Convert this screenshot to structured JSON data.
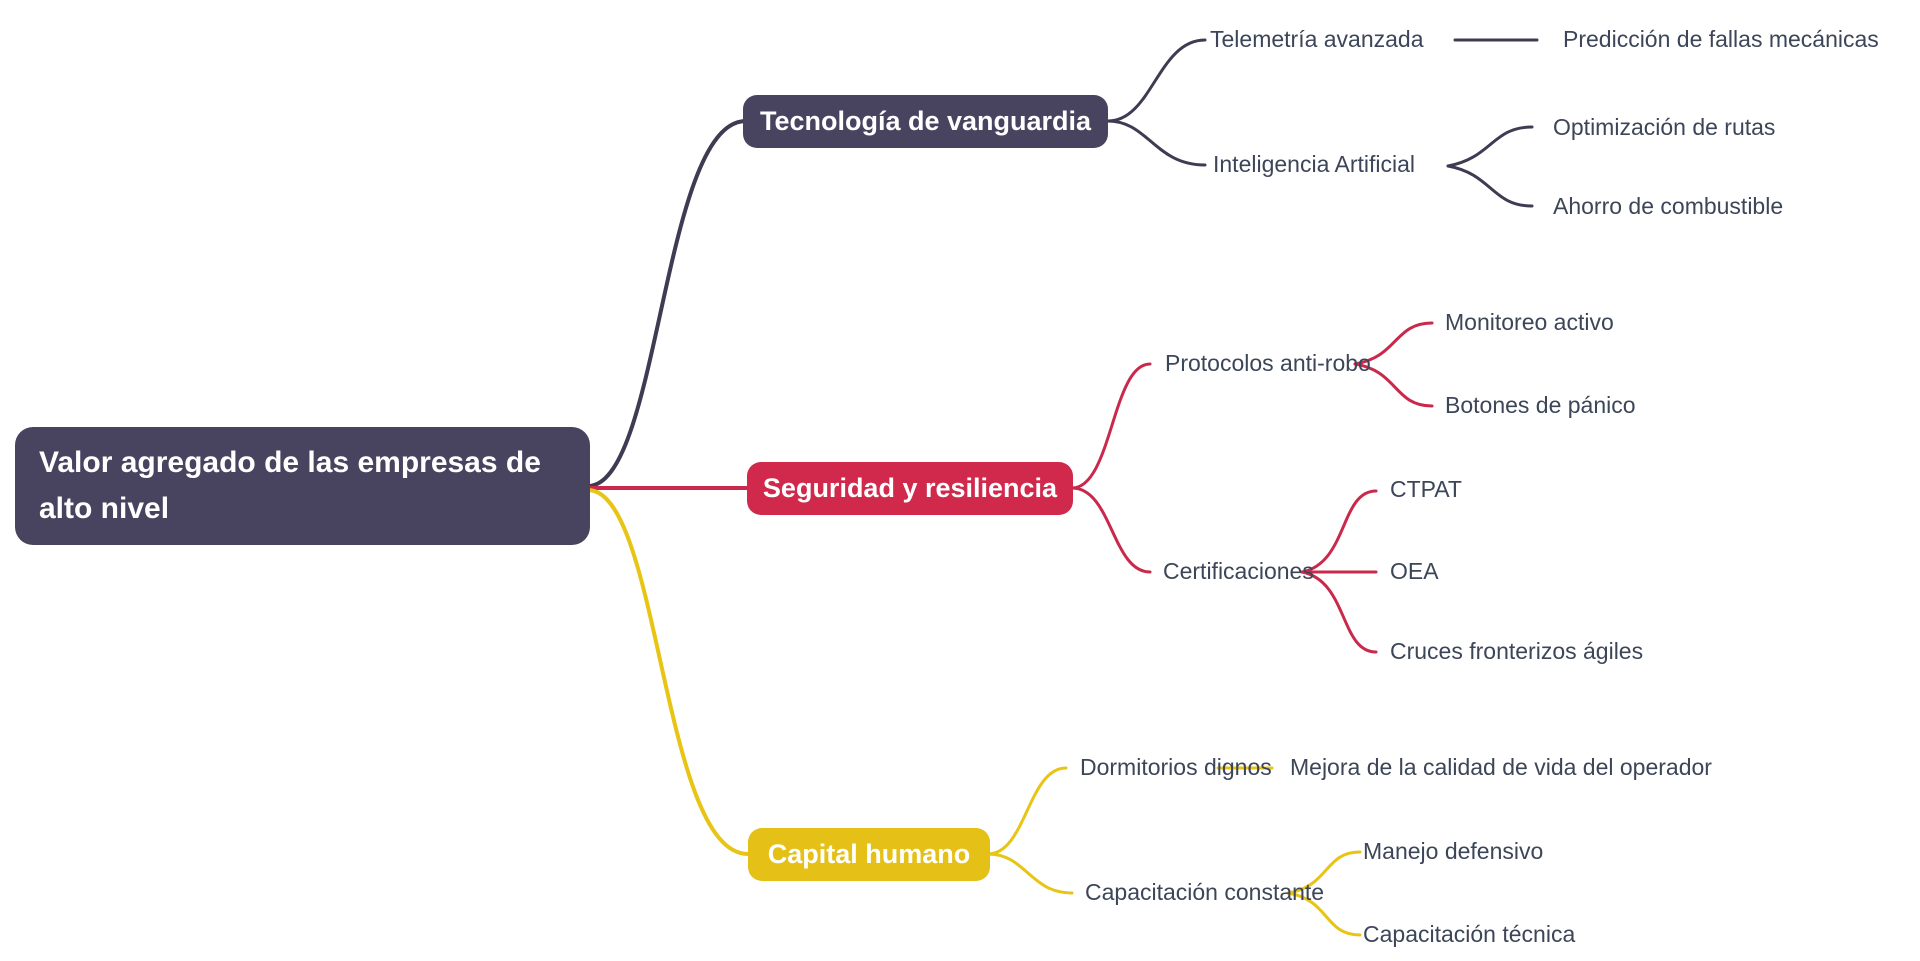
{
  "colors": {
    "background": "#FFFFFF",
    "navy_node": "#484460",
    "red_node": "#D0294C",
    "yellow_node": "#E5C118",
    "navy_line": "#3E3B52",
    "red_line": "#C9294B",
    "yellow_line": "#E8C414",
    "node_text": "#FFFFFF",
    "leaf_text": "#3C4658"
  },
  "mindmap": {
    "root": {
      "label": "Valor agregado de las empresas de alto nivel",
      "color": "#484460"
    },
    "branches": [
      {
        "label": "Tecnología de vanguardia",
        "color": "#484460",
        "children": [
          {
            "label": "Telemetría avanzada",
            "children": [
              {
                "label": "Predicción de fallas mecánicas"
              }
            ]
          },
          {
            "label": "Inteligencia Artificial",
            "children": [
              {
                "label": "Optimización de rutas"
              },
              {
                "label": "Ahorro de combustible"
              }
            ]
          }
        ]
      },
      {
        "label": "Seguridad y resiliencia",
        "color": "#D0294C",
        "children": [
          {
            "label": "Protocolos anti-robo",
            "children": [
              {
                "label": "Monitoreo activo"
              },
              {
                "label": "Botones de pánico"
              }
            ]
          },
          {
            "label": "Certificaciones",
            "children": [
              {
                "label": "CTPAT"
              },
              {
                "label": "OEA"
              },
              {
                "label": "Cruces fronterizos ágiles"
              }
            ]
          }
        ]
      },
      {
        "label": "Capital humano",
        "color": "#E5C118",
        "children": [
          {
            "label": "Dormitorios dignos",
            "children": [
              {
                "label": "Mejora de la calidad de vida del operador"
              }
            ]
          },
          {
            "label": "Capacitación constante",
            "children": [
              {
                "label": "Manejo defensivo"
              },
              {
                "label": "Capacitación técnica"
              }
            ]
          }
        ]
      }
    ]
  }
}
